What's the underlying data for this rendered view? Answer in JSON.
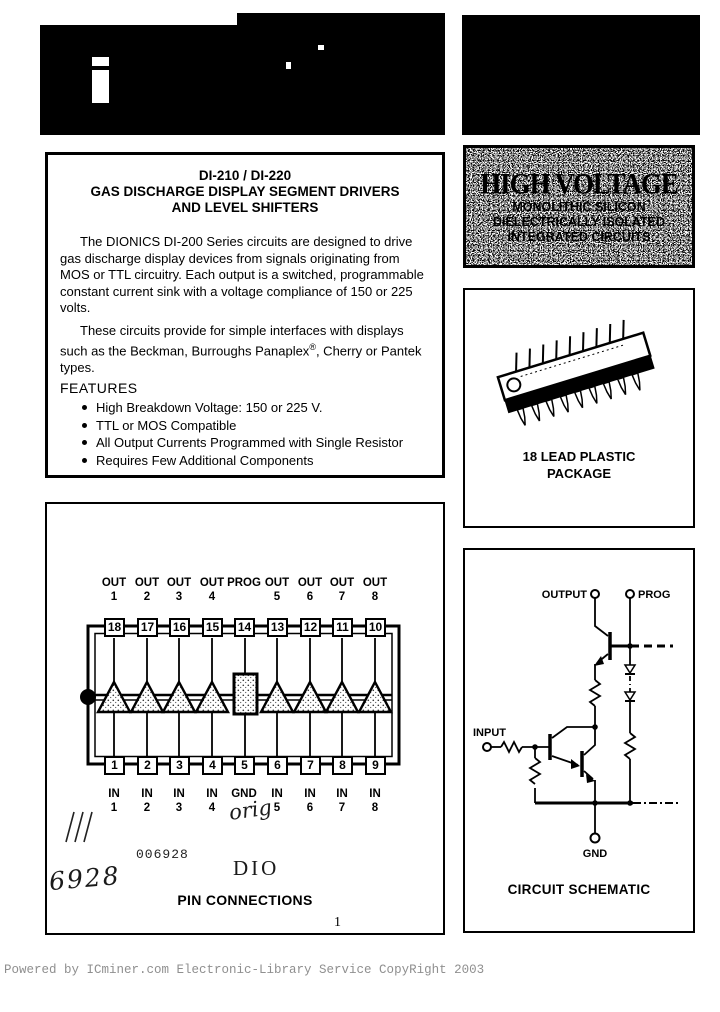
{
  "title_box": {
    "title_lines": [
      "DI-210 / DI-220",
      "GAS DISCHARGE DISPLAY SEGMENT DRIVERS",
      "AND LEVEL SHIFTERS"
    ],
    "para1": "The DIONICS DI-200 Series circuits are designed to drive gas discharge display devices from signals originating from MOS or TTL circuitry.  Each output is a switched, programmable constant current sink with a voltage compliance of 150 or 225 volts.",
    "para2_before_sup": "These circuits provide for simple interfaces with displays such as the Beckman, Burroughs Panaplex",
    "para2_sup": "®",
    "para2_after_sup": ", Cherry or Pantek types.",
    "features_heading": "FEATURES",
    "features": [
      "High Breakdown Voltage: 150 or 225 V.",
      "TTL or MOS Compatible",
      "All Output Currents Programmed with Single Resistor",
      "Requires Few Additional Components"
    ]
  },
  "hv_box": {
    "title": "HIGH VOLTAGE",
    "lines": [
      "MONOLITHIC SILICON",
      "DIELECTRICALLY ISOLATED",
      "INTEGRATED CIRCUITS"
    ]
  },
  "package_box": {
    "caption_lines": [
      "18 LEAD PLASTIC",
      "PACKAGE"
    ]
  },
  "pin_box": {
    "top_labels": [
      [
        "OUT",
        "1"
      ],
      [
        "OUT",
        "2"
      ],
      [
        "OUT",
        "3"
      ],
      [
        "OUT",
        "4"
      ],
      [
        "",
        "PROG"
      ],
      [
        "OUT",
        "5"
      ],
      [
        "OUT",
        "6"
      ],
      [
        "OUT",
        "7"
      ],
      [
        "OUT",
        "8"
      ]
    ],
    "top_pin_numbers": [
      "18",
      "17",
      "16",
      "15",
      "14",
      "13",
      "12",
      "11",
      "10"
    ],
    "bottom_pin_numbers": [
      "1",
      "2",
      "3",
      "4",
      "5",
      "6",
      "7",
      "8",
      "9"
    ],
    "bottom_labels": [
      [
        "IN",
        "1"
      ],
      [
        "IN",
        "2"
      ],
      [
        "IN",
        "3"
      ],
      [
        "IN",
        "4"
      ],
      [
        "GND",
        ""
      ],
      [
        "IN",
        "5"
      ],
      [
        "IN",
        "6"
      ],
      [
        "IN",
        "7"
      ],
      [
        "IN",
        "8"
      ]
    ],
    "handwriting": {
      "orig": "orig",
      "number": "6928",
      "dio": "DIO"
    },
    "stamp": "006928",
    "caption": "PIN CONNECTIONS",
    "page_number": "1"
  },
  "schematic_box": {
    "labels": {
      "output": "OUTPUT",
      "prog": "PROG",
      "input": "INPUT",
      "gnd": "GND"
    },
    "caption": "CIRCUIT SCHEMATIC"
  },
  "footer": {
    "text": "Powered by ICminer.com Electronic-Library Service CopyRight 2003"
  },
  "colors": {
    "ink": "#000000",
    "paper": "#ffffff",
    "footer_gray": "#8f8f8f"
  }
}
